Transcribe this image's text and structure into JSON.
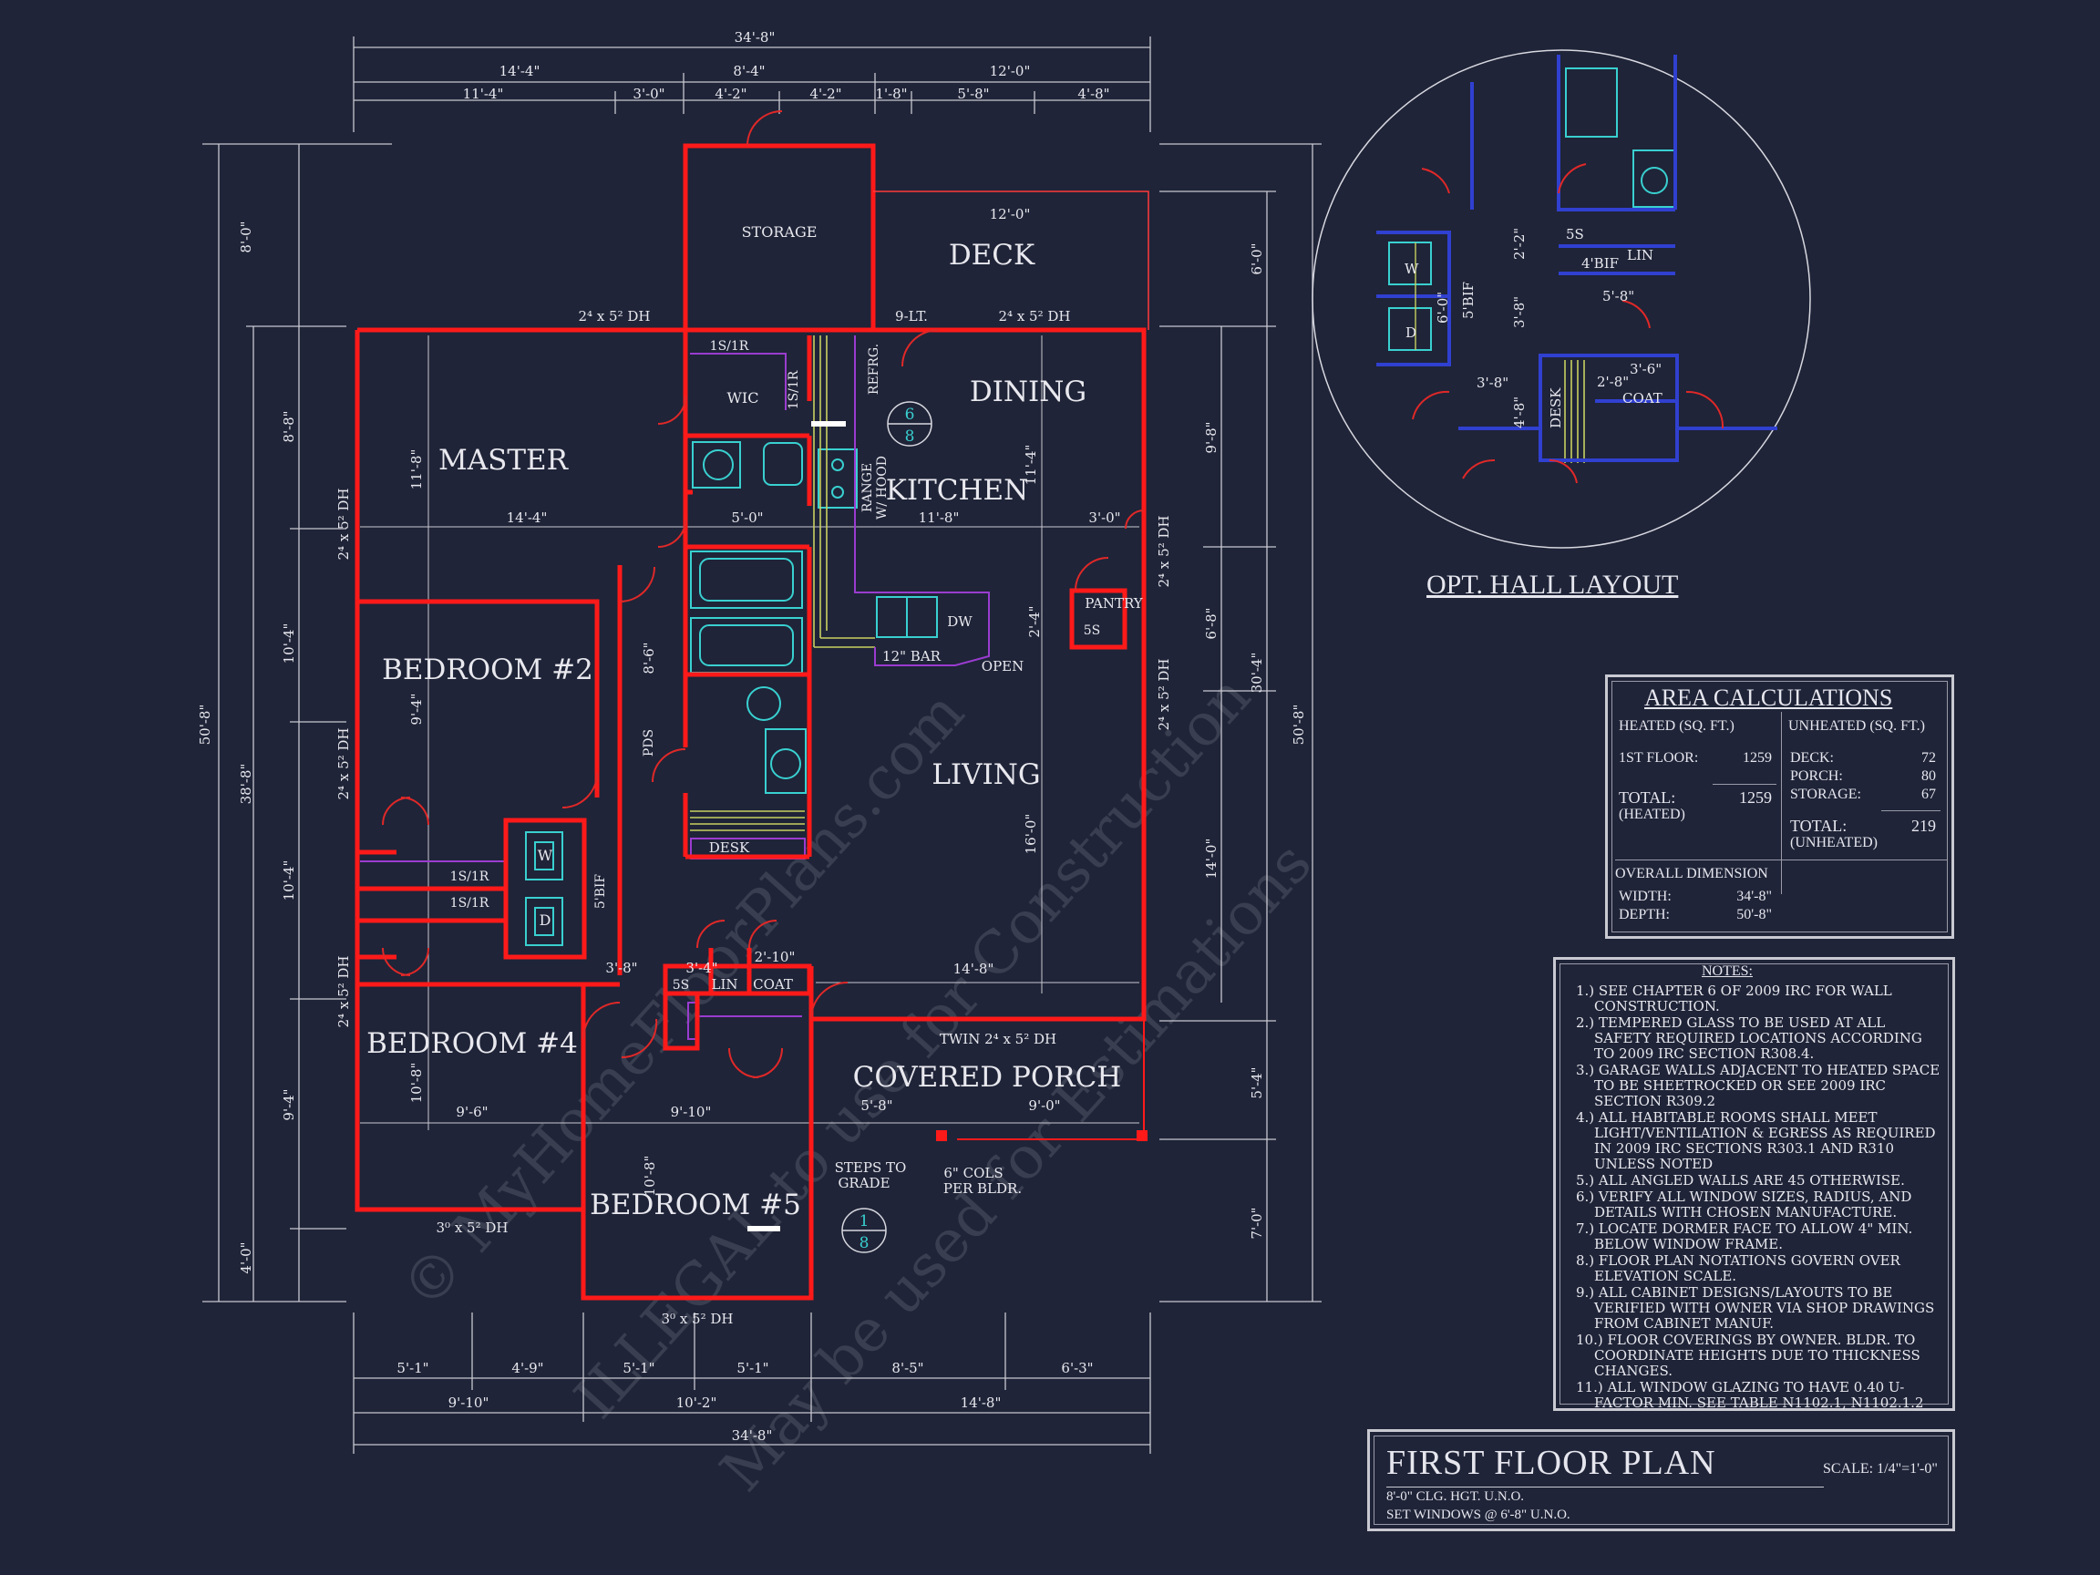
{
  "plan_title": "FIRST FLOOR PLAN",
  "scale": "SCALE: 1/4\"=1'-0\"",
  "subnotes": [
    "8'-0\" CLG. HGT. U.N.O.",
    "SET WINDOWS @ 6'-8\" U.N.O."
  ],
  "rooms": {
    "master": "MASTER",
    "bedroom2": "BEDROOM #2",
    "bedroom4": "BEDROOM #4",
    "bedroom5": "BEDROOM #5",
    "kitchen": "KITCHEN",
    "dining": "DINING",
    "living": "LIVING",
    "deck": "DECK",
    "storage": "STORAGE",
    "porch": "COVERED PORCH",
    "wic": "WIC",
    "pantry": "PANTRY",
    "desk": "DESK",
    "pds": "PDS",
    "lin": "LIN",
    "coat": "COAT",
    "bar": "12\" BAR",
    "dw": "DW",
    "open": "OPEN",
    "refrg": "REFRG.",
    "range": "RANGE",
    "hood": "W/ HOOD",
    "w": "W",
    "d": "D",
    "bif": "5'BIF",
    "ss": "5S",
    "s1": "1S/1R",
    "steps": [
      "STEPS TO",
      "GRADE"
    ],
    "cols": [
      "6\" COLS",
      "PER BLDR."
    ]
  },
  "window_labels": {
    "top_left": "2⁴ x 5² DH",
    "top_right": "2⁴ x 5² DH",
    "nine_lt": "9-LT.",
    "left": "2⁴ x 5² DH",
    "right": "2⁴ x 5² DH",
    "twin": "TWIN 2⁴ x 5² DH",
    "bottom_left": "3⁰ x 5² DH",
    "bottom_mid": "3⁰ x 5² DH"
  },
  "dims_top_row1": [
    "14'-4\"",
    "8'-4\"",
    "12'-0\""
  ],
  "dims_top_row2": [
    "11'-4\"",
    "3'-0\"",
    "4'-2\"",
    "4'-2\"",
    "1'-8\"",
    "5'-8\"",
    "4'-8\""
  ],
  "dim_overall_width": "34'-8\"",
  "dims_bottom_row1": [
    "5'-1\"",
    "4'-9\"",
    "5'-1\"",
    "5'-1\"",
    "8'-5\"",
    "6'-3\""
  ],
  "dims_bottom_row2": [
    "9'-10\"",
    "10'-2\"",
    "14'-8\""
  ],
  "dims_left": [
    "8'-0\"",
    "8'-8\"",
    "10'-4\"",
    "10'-4\"",
    "9'-4\"",
    "4'-0\""
  ],
  "dims_left_totals": [
    "50'-8\"",
    "38'-8\""
  ],
  "dims_right": [
    "6'-0\"",
    "9'-8\"",
    "6'-8\"",
    "14'-0\"",
    "5'-4\"",
    "7'-0\""
  ],
  "dims_right_totals": [
    "30'-4\"",
    "50'-8\""
  ],
  "interior_dims": {
    "master_w": "14'-4\"",
    "master_h": "11'-8\"",
    "deck_w": "12'-0\"",
    "kitchen_w": "11'-8\"",
    "kitchen_h": "11'-4\"",
    "living_w": "14'-8\"",
    "living_h": "16'-0\"",
    "porch_a": "5'-8\"",
    "porch_b": "9'-0\"",
    "bed4_w": "9'-6\"",
    "bed4_h": "10'-8\"",
    "bed5_w": "9'-10\"",
    "bed5_h": "10'-8\"",
    "bed2_h": "9'-4\"",
    "bath_w": "5'-0\"",
    "pantry_w": "3'-0\"",
    "hall_h": "8'-6\"",
    "hall_a": "3'-8\"",
    "hall_b": "3'-4\"",
    "hall_c": "2'-10\"",
    "pantry_h": "2'-4\""
  },
  "section_markers": [
    {
      "top": "6",
      "bottom": "8"
    },
    {
      "top": "1",
      "bottom": "8"
    }
  ],
  "opt_layout": {
    "title": "OPT. HALL LAYOUT",
    "labels": [
      "W",
      "D",
      "5S",
      "LIN",
      "COAT",
      "DESK",
      "4'BIF",
      "5'BIF"
    ],
    "dims": [
      "5'-8\"",
      "3'-6\"",
      "3'-8\"",
      "2'-2\"",
      "6'-0\"",
      "4'-8\"",
      "3'-8\"",
      "2'-8\""
    ]
  },
  "area": {
    "title": "AREA CALCULATIONS",
    "heated_header": "HEATED (SQ. FT.)",
    "unheated_header": "UNHEATED (SQ. FT.)",
    "first_floor_label": "1ST FLOOR:",
    "first_floor_value": "1259",
    "total_heated_label": "TOTAL:",
    "total_heated_sub": "(HEATED)",
    "total_heated_value": "1259",
    "deck_label": "DECK:",
    "deck_value": "72",
    "porch_label": "PORCH:",
    "porch_value": "80",
    "storage_label": "STORAGE:",
    "storage_value": "67",
    "total_unheated_label": "TOTAL:",
    "total_unheated_sub": "(UNHEATED)",
    "total_unheated_value": "219",
    "overall_header": "OVERALL DIMENSION",
    "width_label": "WIDTH:",
    "width_value": "34'-8\"",
    "depth_label": "DEPTH:",
    "depth_value": "50'-8\""
  },
  "notes_title": "NOTES:",
  "notes": [
    "1.) SEE CHAPTER 6 OF 2009 IRC FOR WALL CONSTRUCTION.",
    "2.) TEMPERED GLASS TO BE USED AT ALL SAFETY REQUIRED LOCATIONS ACCORDING TO 2009 IRC SECTION R308.4.",
    "3.) GARAGE WALLS ADJACENT TO HEATED SPACE TO BE SHEETROCKED OR SEE 2009 IRC SECTION R309.2",
    "4.) ALL HABITABLE ROOMS SHALL MEET LIGHT/VENTILATION & EGRESS AS REQUIRED IN 2009 IRC SECTIONS R303.1 AND R310 UNLESS NOTED",
    "5.) ALL ANGLED WALLS ARE 45 OTHERWISE.",
    "6.) VERIFY ALL WINDOW SIZES, RADIUS, AND DETAILS WITH CHOSEN MANUFACTURE.",
    "7.) LOCATE DORMER FACE TO ALLOW 4\" MIN. BELOW WINDOW FRAME.",
    "8.) FLOOR PLAN NOTATIONS GOVERN OVER ELEVATION SCALE.",
    "9.) ALL CABINET DESIGNS/LAYOUTS TO BE VERIFIED WITH OWNER VIA SHOP DRAWINGS FROM CABINET MANUF.",
    "10.) FLOOR COVERINGS BY OWNER. BLDR. TO COORDINATE HEIGHTS DUE TO THICKNESS CHANGES.",
    "11.) ALL WINDOW GLAZING TO HAVE 0.40 U-FACTOR MIN. SEE TABLE N1102.1, N1102.1.2"
  ],
  "watermarks": [
    "© MyHomeFloorPlans.com",
    "ILLEGAL to use for Construction",
    "May be used for Estimations"
  ],
  "colors": {
    "background": "#1f2438",
    "wall": "#ff1a1a",
    "dimension": "#c8c8d0",
    "fixture": "#39d0d0",
    "door": "#e02828",
    "purple": "#9a3cd0",
    "window": "#c8d060"
  }
}
